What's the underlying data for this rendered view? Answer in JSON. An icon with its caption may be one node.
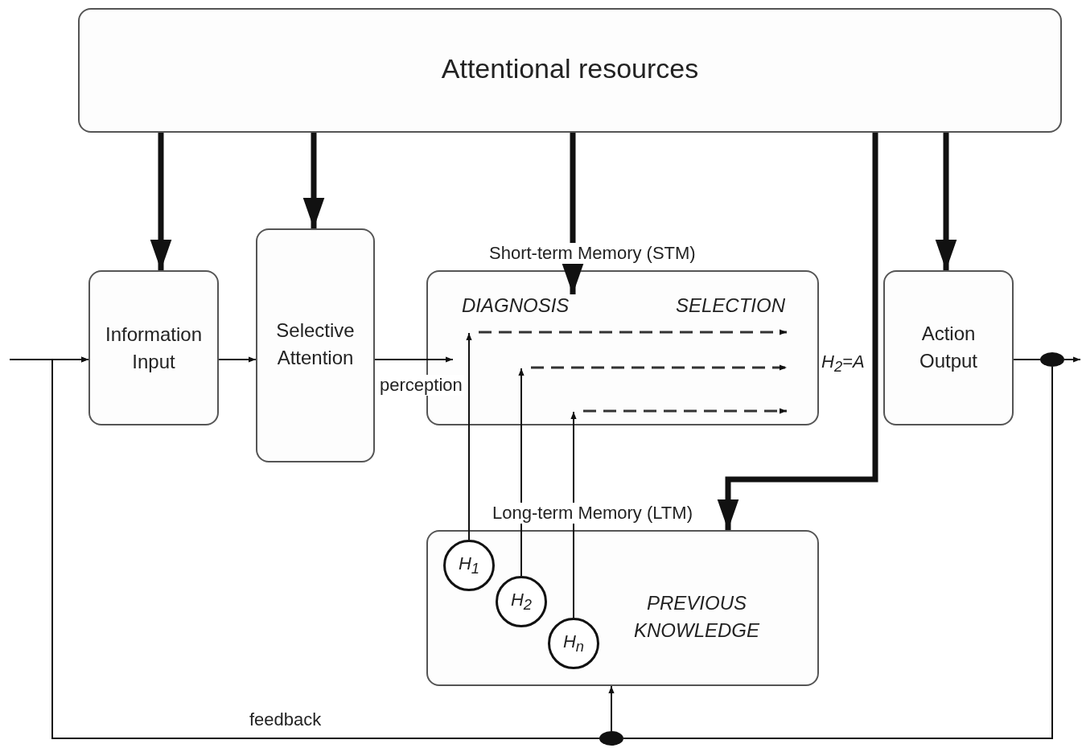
{
  "diagram": {
    "nodes": [
      {
        "text": [
          "Attentional resources"
        ]
      },
      {
        "text": [
          "Information Input"
        ]
      },
      {
        "text": [
          "Selective Attention"
        ]
      },
      {
        "text": [
          "Short-term Memory (STM)",
          "DIAGNOSIS",
          "SELECTION"
        ]
      },
      {
        "text": [
          "Action Output"
        ]
      },
      {
        "text": [
          "Long-term Memory (LTM)",
          "PREVIOUS KNOWLEDGE"
        ]
      },
      {
        "text": [
          "H$_{1}$"
        ],
        "in": 5
      },
      {
        "text": [
          "H$_{2}$"
        ],
        "in": 5
      },
      {
        "text": [
          "H$_{n}$"
        ],
        "in": 5
      },
      {
        "text": [],
        "shape": "circle"
      },
      {
        "text": [],
        "shape": "circle"
      }
    ],
    "edges": [
      {
        "from": null,
        "to": 1,
        "arrow": "to"
      },
      {
        "from": 0,
        "to": 1,
        "arrow": "to",
        "style": "thick"
      },
      {
        "from": 0,
        "to": 2,
        "arrow": "to",
        "style": "thick"
      },
      {
        "from": 0,
        "to": 3,
        "arrow": "to",
        "style": "thick"
      },
      {
        "from": 0,
        "to": 5,
        "arrow": "to",
        "style": "thick"
      },
      {
        "from": 0,
        "to": 4,
        "arrow": "to",
        "style": "thick"
      },
      {
        "from": 1,
        "to": 2,
        "arrow": "to"
      },
      {
        "from": 2,
        "to": 3,
        "arrow": "to",
        "label": "perception"
      },
      {
        "from": 6,
        "to": 3,
        "arrow": "to"
      },
      {
        "from": 7,
        "to": 3,
        "arrow": "to"
      },
      {
        "from": 8,
        "to": 3,
        "arrow": "to"
      },
      {
        "from": 4,
        "to": 9,
        "arrow": "none"
      },
      {
        "from": 9,
        "to": null,
        "arrow": "to"
      },
      {
        "from": 9,
        "to": 10,
        "arrow": "none"
      },
      {
        "from": 10,
        "to": 5,
        "arrow": "to"
      },
      {
        "from": 10,
        "to": 1,
        "arrow": "to",
        "label": "feedback"
      }
    ],
    "labels": [
      "H$_{2}$=A"
    ]
  }
}
